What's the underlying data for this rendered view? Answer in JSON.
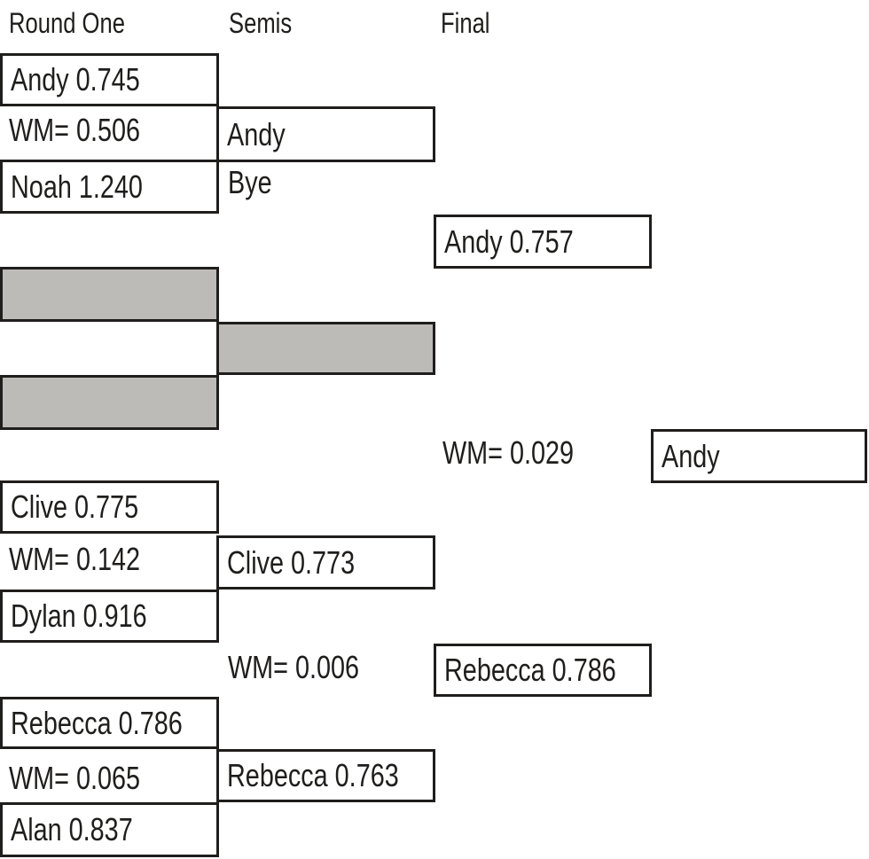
{
  "headers": {
    "round_one": "Round One",
    "semis": "Semis",
    "final": "Final"
  },
  "bracket": {
    "match1": {
      "player1": "Andy 0.745",
      "win_margin": "WM= 0.506",
      "player2": "Noah 1.240",
      "winner": "Andy",
      "semis_opponent": "Bye"
    },
    "match2": {
      "player1": "",
      "player2": "",
      "winner": ""
    },
    "semi1": {
      "winner": "Andy 0.757"
    },
    "match3": {
      "player1": "Clive 0.775",
      "win_margin": "WM= 0.142",
      "player2": "Dylan 0.916",
      "winner": "Clive 0.773"
    },
    "semi2": {
      "win_margin": "WM= 0.006",
      "winner": "Rebecca 0.786"
    },
    "match4": {
      "player1": "Rebecca 0.786",
      "win_margin": "WM= 0.065",
      "player2": "Alan 0.837",
      "winner": "Rebecca 0.763"
    },
    "final": {
      "win_margin": "WM= 0.029",
      "champion": "Andy"
    }
  },
  "colors": {
    "border": "#1f1e1c",
    "text": "#1f1e1c",
    "box_fill": "#ffffff",
    "empty_slot_fill": "#bcbbb7",
    "background": "#ffffff"
  }
}
